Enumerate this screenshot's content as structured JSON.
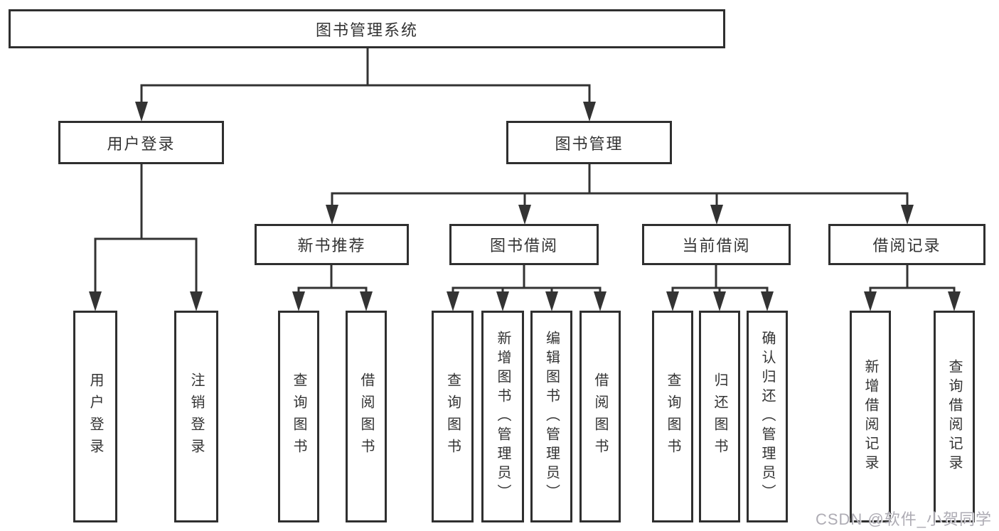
{
  "diagram": {
    "tree": {
      "root": {
        "label": "图书管理系统"
      },
      "branches": [
        {
          "label": "用户登录",
          "leaves": [
            {
              "label": "用户登录"
            },
            {
              "label": "注销登录"
            }
          ]
        },
        {
          "label": "图书管理",
          "groups": [
            {
              "label": "新书推荐",
              "leaves": [
                {
                  "label": "查询图书"
                },
                {
                  "label": "借阅图书"
                }
              ]
            },
            {
              "label": "图书借阅",
              "leaves": [
                {
                  "label": "查询图书"
                },
                {
                  "label": "新增图书（管理员）"
                },
                {
                  "label": "编辑图书（管理员）"
                },
                {
                  "label": "借阅图书"
                }
              ]
            },
            {
              "label": "当前借阅",
              "leaves": [
                {
                  "label": "查询图书"
                },
                {
                  "label": "归还图书"
                },
                {
                  "label": "确认归还（管理员）"
                }
              ]
            },
            {
              "label": "借阅记录",
              "leaves": [
                {
                  "label": "新增借阅记录"
                },
                {
                  "label": "查询借阅记录"
                }
              ]
            }
          ]
        }
      ]
    },
    "colors": {
      "line": "#333333",
      "border": "#2f2f2f",
      "text": "#333333",
      "watermark": "#aeacb4",
      "background": "#ffffff"
    },
    "watermark": {
      "text": "CSDN @软件_小贺同学"
    }
  }
}
